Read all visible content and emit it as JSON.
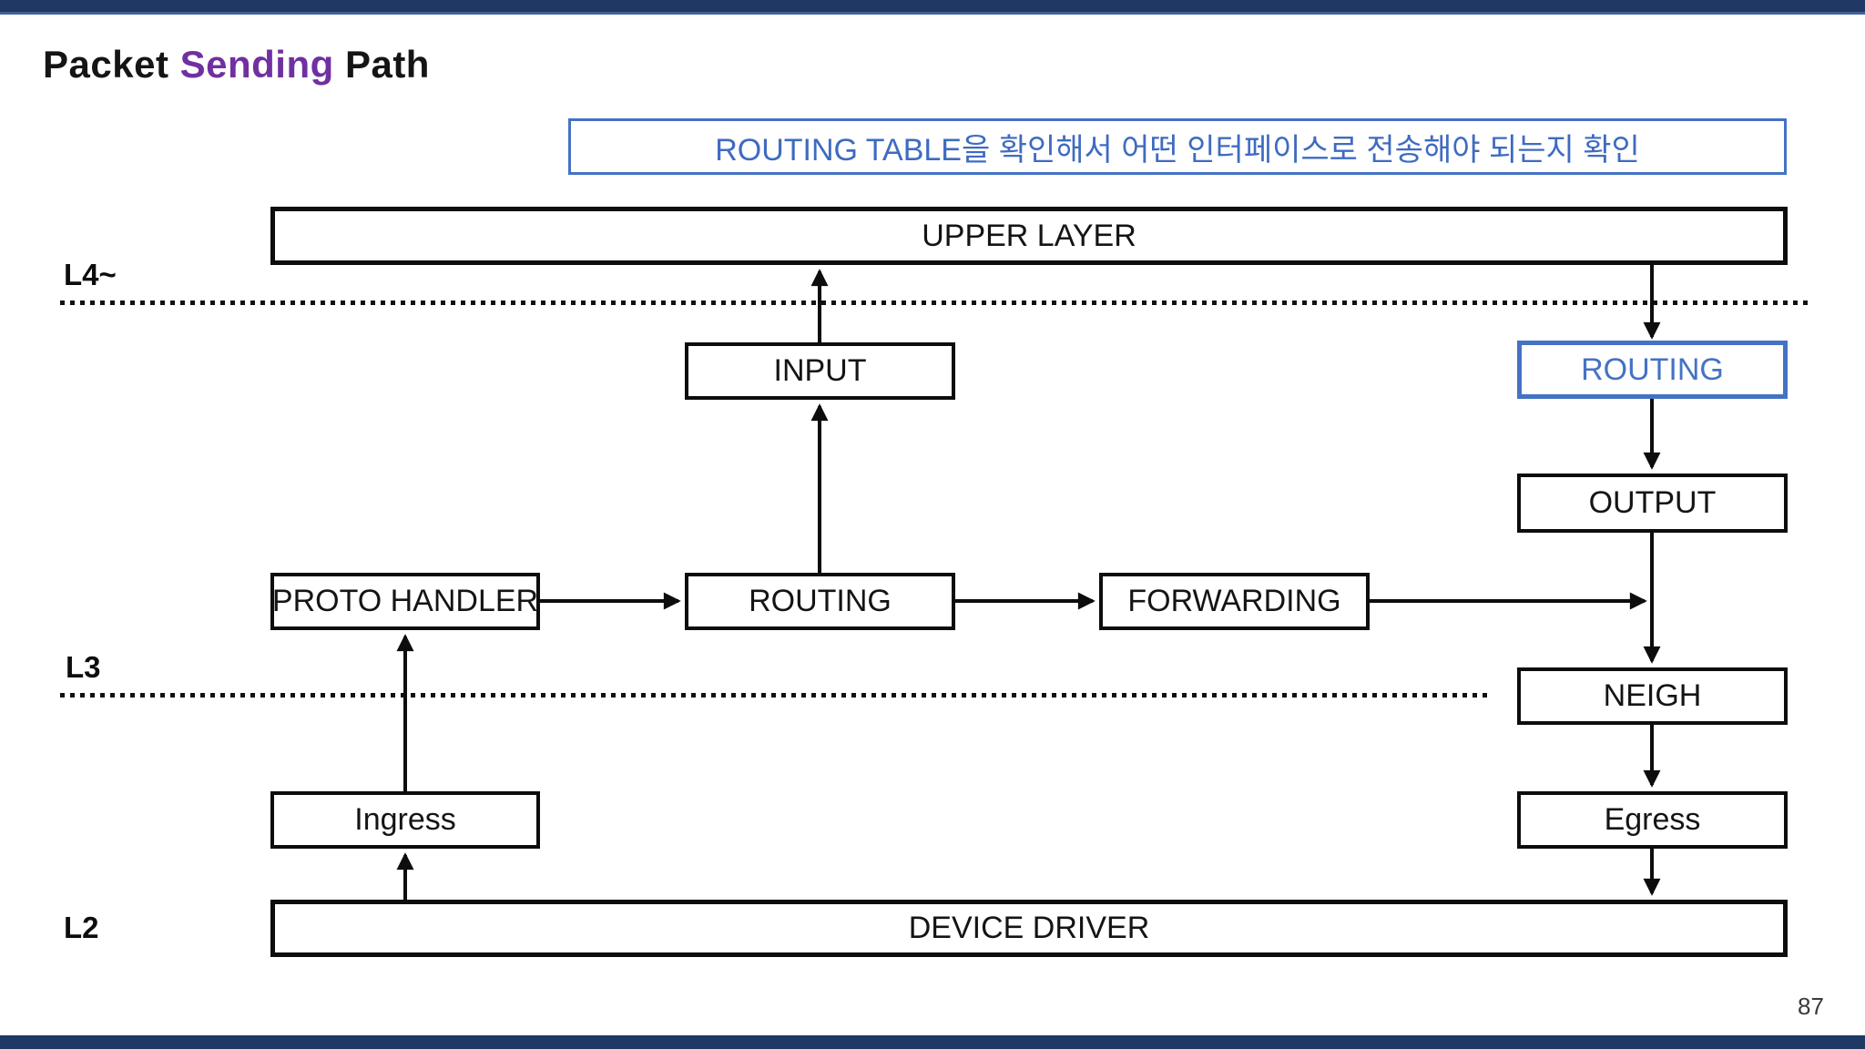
{
  "slide": {
    "title": {
      "prefix": "Packet ",
      "highlight": "Sending",
      "suffix": " Path"
    },
    "note": "ROUTING TABLE을 확인해서 어떤 인터페이스로 전송해야 되는지 확인",
    "page_number": "87"
  },
  "colors": {
    "accent_blue": "#4472C4",
    "title_highlight_purple": "#7030A0",
    "bar_navy": "#1F3864",
    "diagram_black": "#0D0D0D"
  },
  "layers": {
    "l4": "L4~",
    "l3": "L3",
    "l2": "L2"
  },
  "boxes": {
    "upper_layer": "UPPER LAYER",
    "input": "INPUT",
    "routing_send": "ROUTING",
    "output": "OUTPUT",
    "proto_handler": "PROTO HANDLER",
    "routing": "ROUTING",
    "forwarding": "FORWARDING",
    "neigh": "NEIGH",
    "ingress": "Ingress",
    "egress": "Egress",
    "device_driver": "DEVICE DRIVER"
  },
  "edges": [
    {
      "from": "input",
      "to": "upper_layer"
    },
    {
      "from": "upper_layer",
      "to": "routing_send"
    },
    {
      "from": "routing_send",
      "to": "output"
    },
    {
      "from": "routing",
      "to": "input"
    },
    {
      "from": "proto_handler",
      "to": "routing"
    },
    {
      "from": "routing",
      "to": "forwarding"
    },
    {
      "from": "forwarding",
      "to": "neigh-line-junction"
    },
    {
      "from": "output",
      "to": "neigh"
    },
    {
      "from": "neigh",
      "to": "egress"
    },
    {
      "from": "egress",
      "to": "device_driver"
    },
    {
      "from": "device_driver",
      "to": "ingress"
    },
    {
      "from": "ingress",
      "to": "proto_handler"
    }
  ]
}
